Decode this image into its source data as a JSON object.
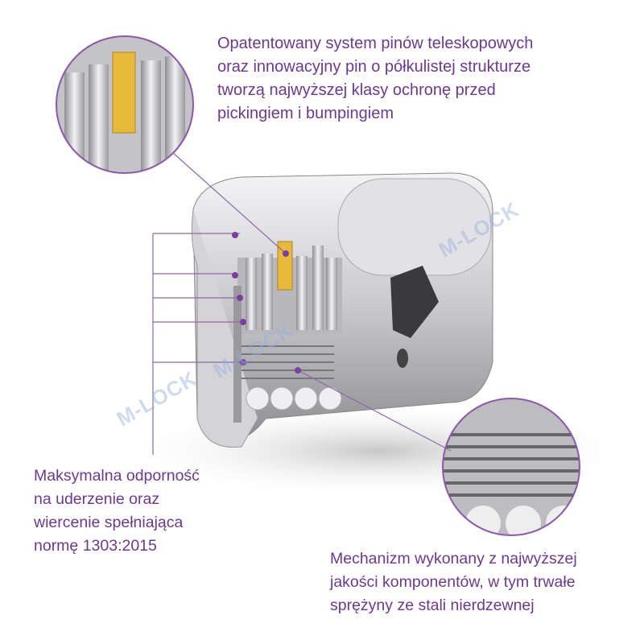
{
  "captions": {
    "top": [
      "Opatentowany system pinów teleskopowych",
      "oraz innowacyjny pin o półkulistej strukturze",
      "tworzą najwyższej klasy ochronę przed",
      "pickingiem i bumpingiem"
    ],
    "left": [
      "Maksymalna odporność",
      "na uderzenie oraz",
      "wiercenie spełniająca",
      "normę 1303:2015"
    ],
    "right": [
      "Mechanizm wykonany z najwyższej",
      "jakości komponentów, w tym trwałe",
      "sprężyny ze stali nierdzewnej"
    ]
  },
  "watermark": "M-LOCK",
  "colors": {
    "accent": "#6b3a8e",
    "pin_brass": "#e8b93a",
    "steel": "#c8c8cc"
  }
}
